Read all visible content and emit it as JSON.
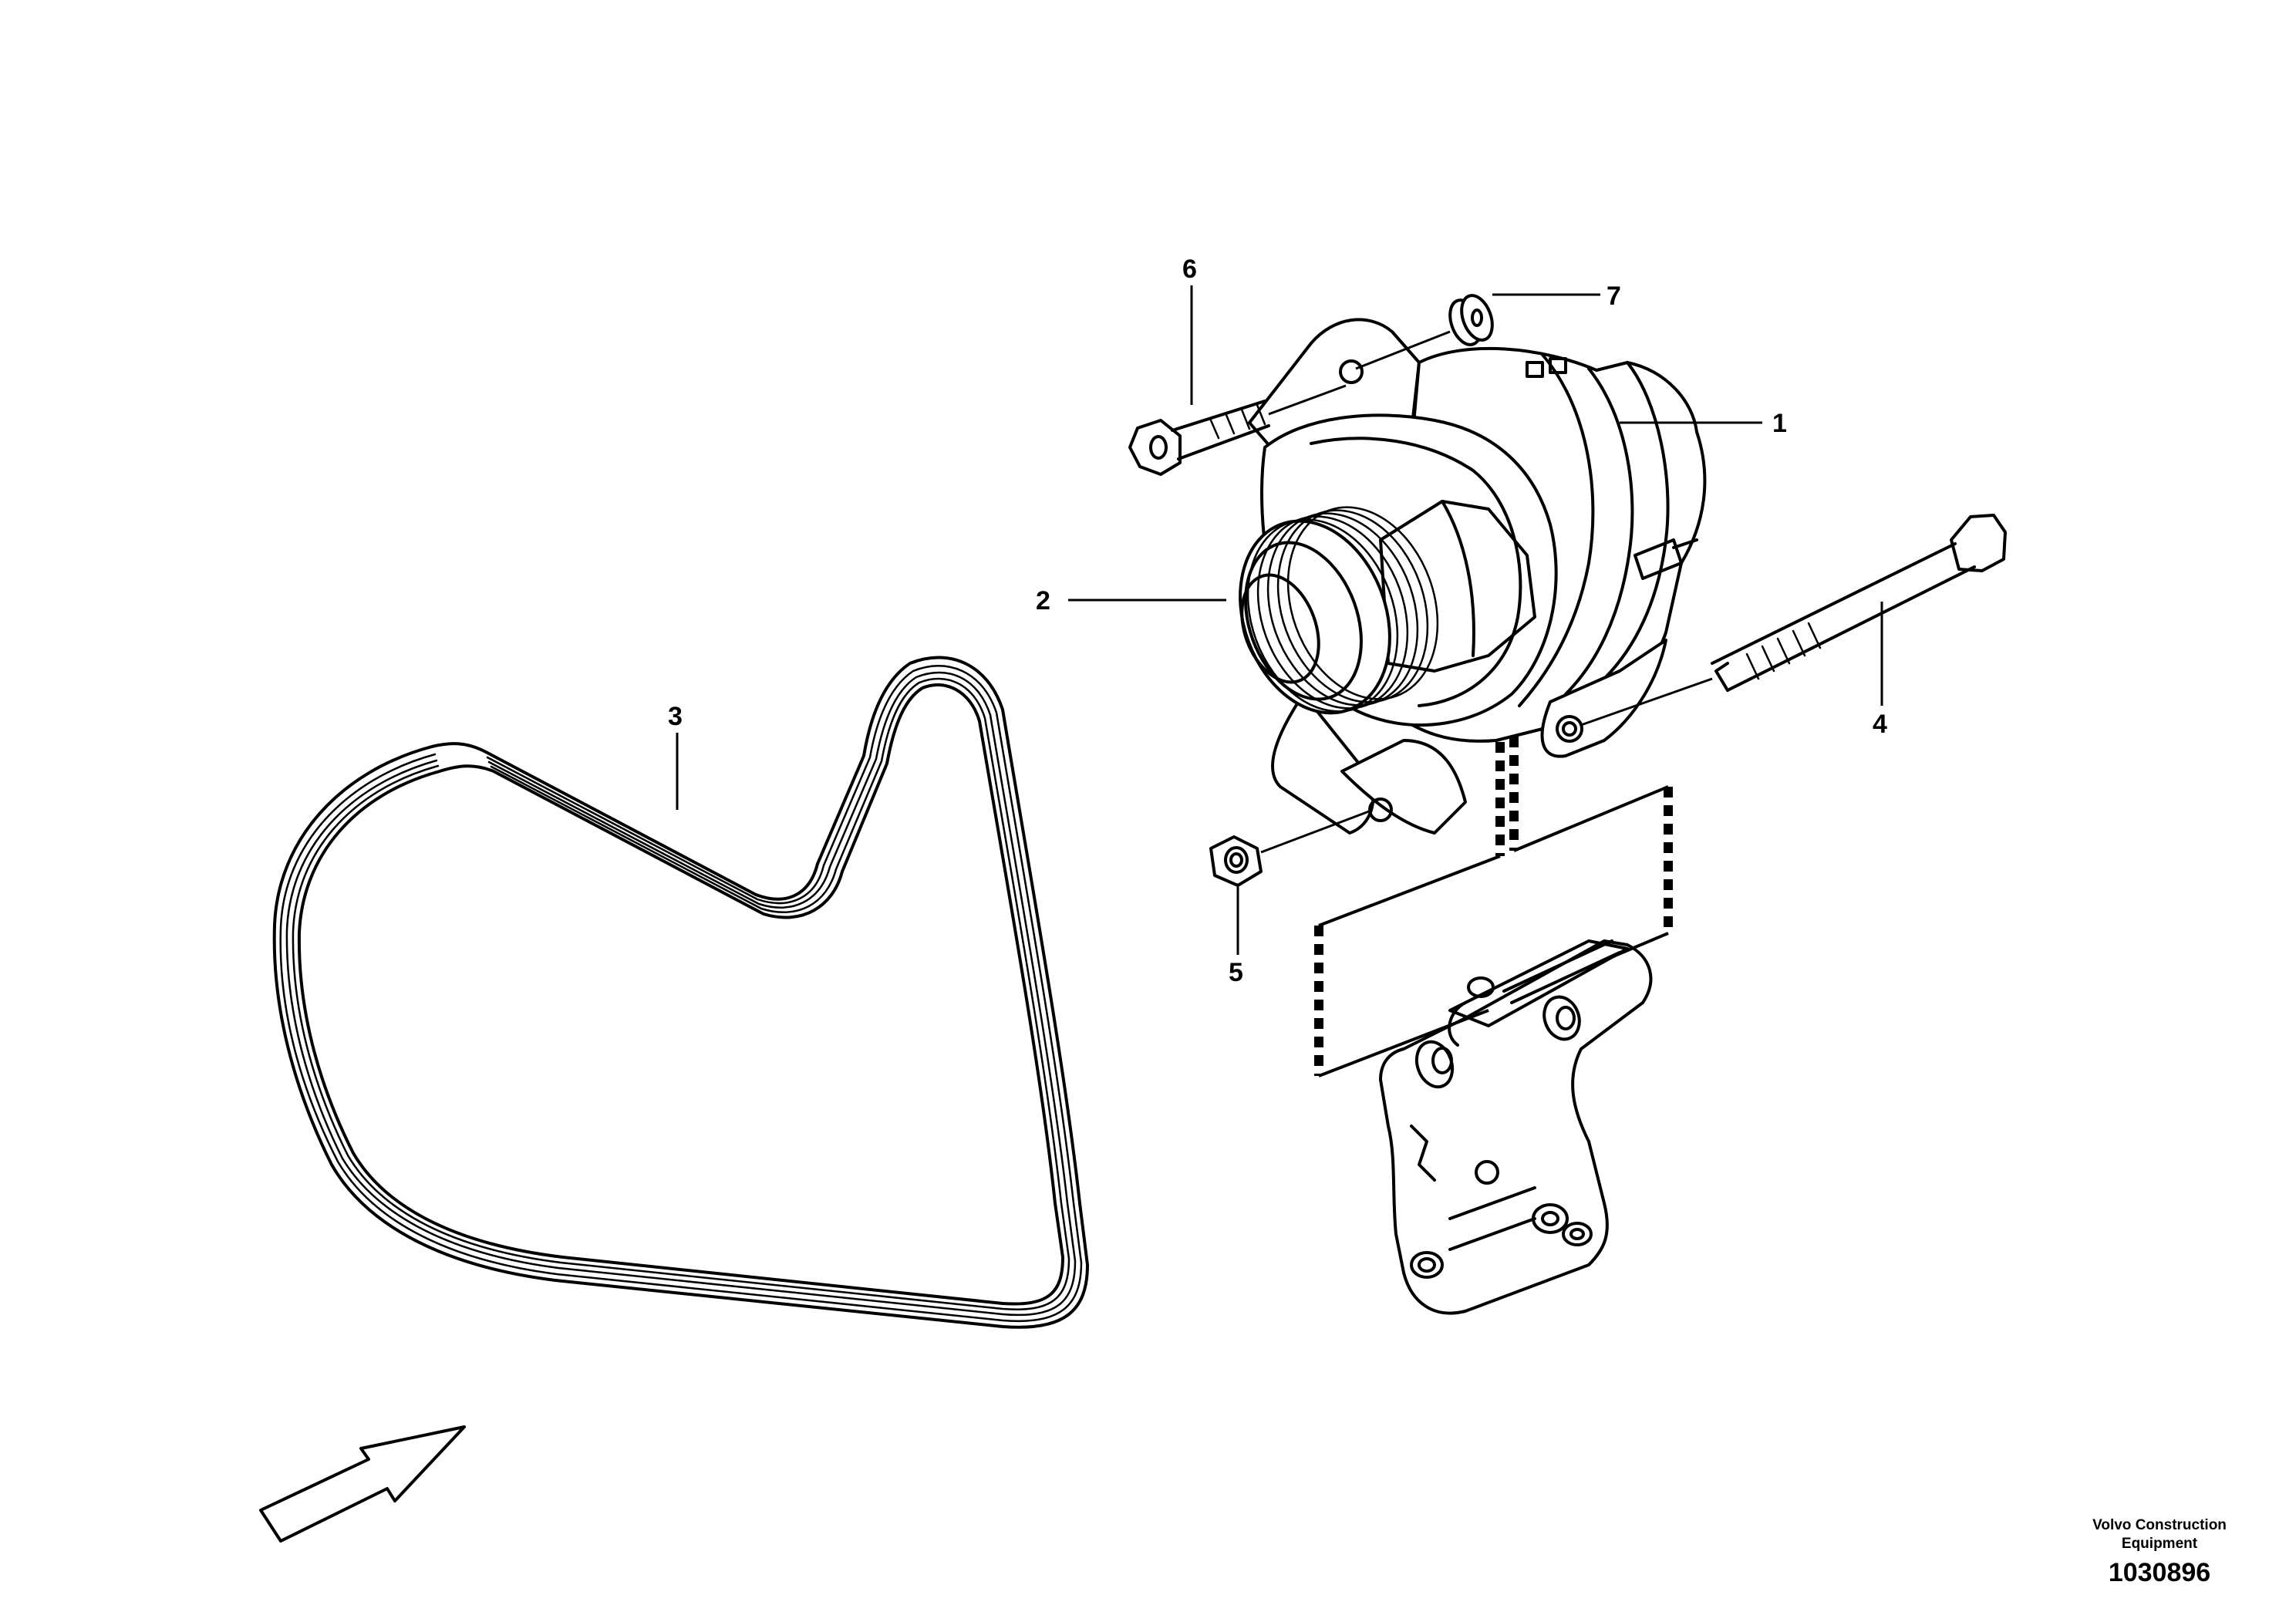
{
  "callouts": [
    {
      "id": "1",
      "label": "1"
    },
    {
      "id": "2",
      "label": "2"
    },
    {
      "id": "3",
      "label": "3"
    },
    {
      "id": "4",
      "label": "4"
    },
    {
      "id": "5",
      "label": "5"
    },
    {
      "id": "6",
      "label": "6"
    },
    {
      "id": "7",
      "label": "7"
    }
  ],
  "footer": {
    "brand_line1": "Volvo Construction",
    "brand_line2": "Equipment",
    "document_number": "1030896"
  }
}
